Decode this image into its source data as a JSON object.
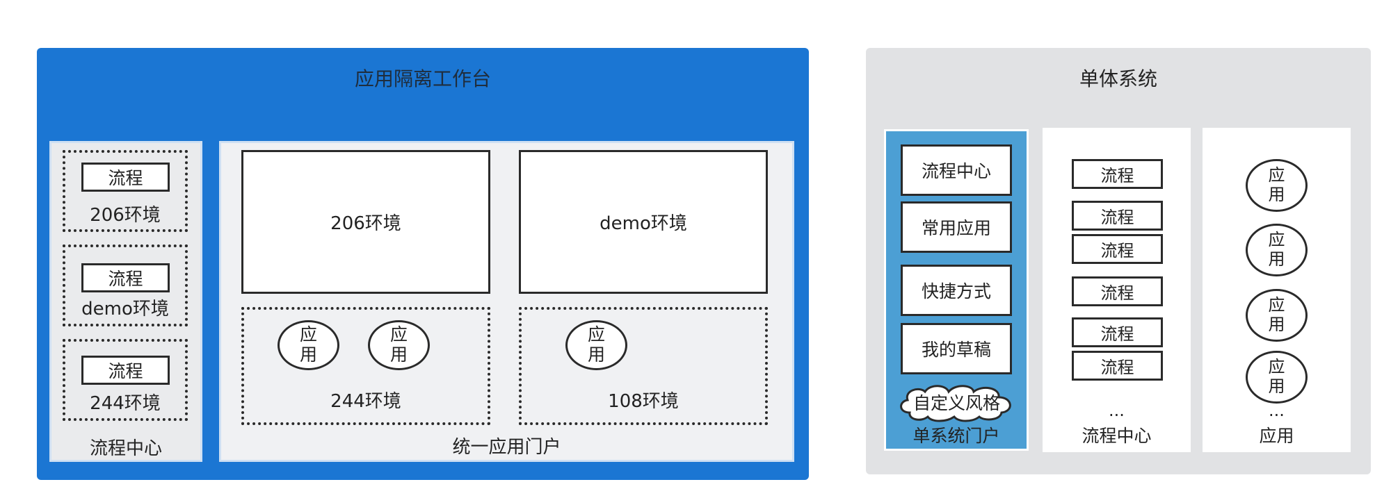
{
  "left": {
    "title": "应用隔离工作台",
    "flow_center": {
      "label": "流程中心",
      "groups": [
        {
          "item": "流程",
          "env": "206环境"
        },
        {
          "item": "流程",
          "env": "demo环境"
        },
        {
          "item": "流程",
          "env": "244环境"
        }
      ]
    },
    "portal": {
      "label": "统一应用门户",
      "env_206": "206环境",
      "env_demo": "demo环境",
      "env_244": "244环境",
      "env_108": "108环境",
      "app": "应用"
    }
  },
  "right": {
    "title": "单体系统",
    "portal": {
      "label": "单系统门户",
      "items": [
        "流程中心",
        "常用应用",
        "快捷方式",
        "我的草稿"
      ],
      "cloud": "自定义风格"
    },
    "flow_col": {
      "items": [
        "流程",
        "流程",
        "流程",
        "流程",
        "流程",
        "流程"
      ],
      "ellipsis": "...",
      "label": "流程中心"
    },
    "app_col": {
      "items": [
        "应用",
        "应用",
        "应用",
        "应用"
      ],
      "ellipsis": "...",
      "label": "应用"
    }
  },
  "colors": {
    "blue_panel": "#1b76d3",
    "portal_blue": "#4c9fd4",
    "grey_panel": "#e1e2e4"
  }
}
